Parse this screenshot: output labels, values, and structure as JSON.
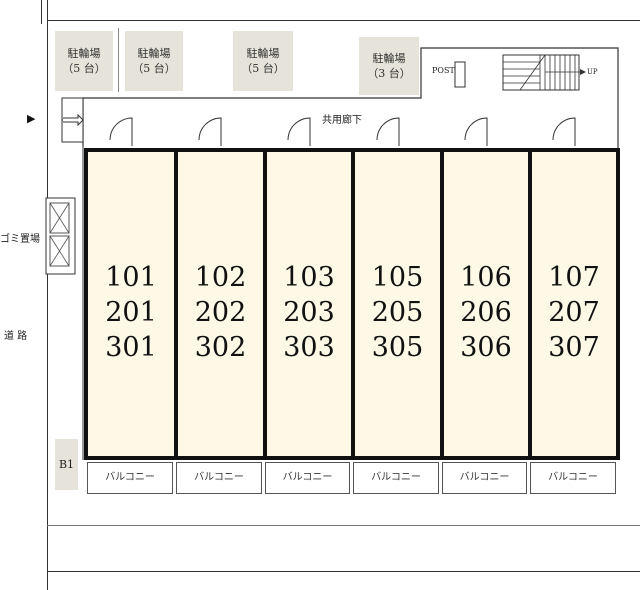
{
  "labels": {
    "corridor": "共用廊下",
    "post": "POST",
    "up": "UP",
    "garbage": "ゴミ置場",
    "road": "道 路",
    "b1": "B1",
    "arrow": "▶"
  },
  "parking": [
    {
      "title": "駐輪場",
      "count": "（5 台）"
    },
    {
      "title": "駐輪場",
      "count": "（5 台）"
    },
    {
      "title": "駐輪場",
      "count": "（5 台）"
    },
    {
      "title": "駐輪場",
      "count": "（3 台）"
    }
  ],
  "units": [
    {
      "r1": "101",
      "r2": "201",
      "r3": "301"
    },
    {
      "r1": "102",
      "r2": "202",
      "r3": "302"
    },
    {
      "r1": "103",
      "r2": "203",
      "r3": "303"
    },
    {
      "r1": "105",
      "r2": "205",
      "r3": "305"
    },
    {
      "r1": "106",
      "r2": "206",
      "r3": "306"
    },
    {
      "r1": "107",
      "r2": "207",
      "r3": "307"
    }
  ],
  "balcony_label": "バルコニー",
  "colors": {
    "unit_fill": "#fdf9e6",
    "parking_fill": "#e6e3da",
    "wall": "#111111"
  }
}
